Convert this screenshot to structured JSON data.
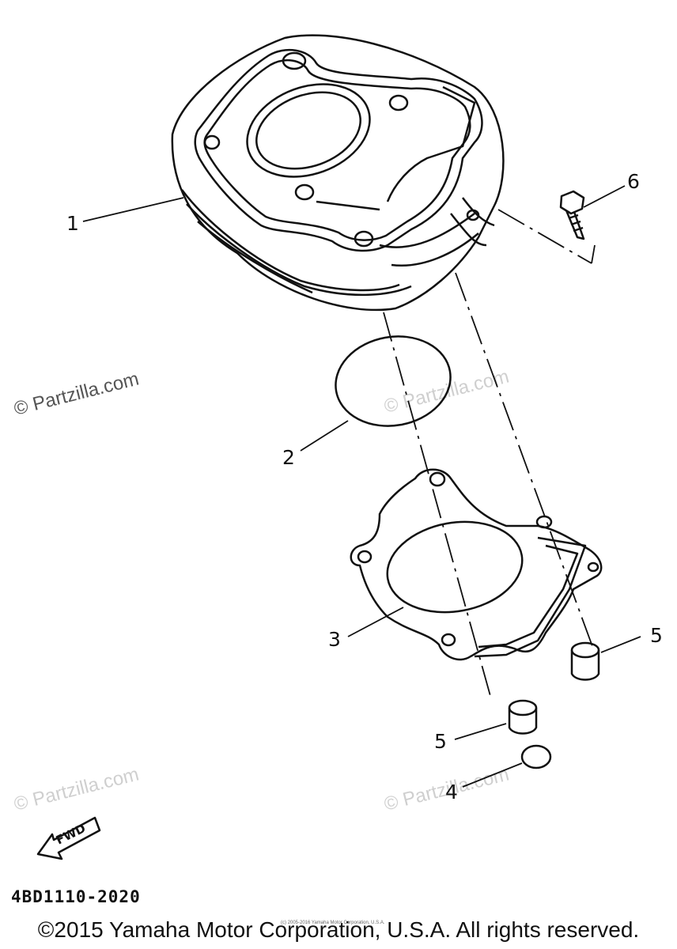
{
  "callouts": {
    "c1": "1",
    "c2": "2",
    "c3": "3",
    "c4": "4",
    "c5a": "5",
    "c5b": "5",
    "c6": "6"
  },
  "watermarks": {
    "w1": "© Partzilla.com",
    "w2": "© Partzilla.com",
    "w3": "© Partzilla.com",
    "w4": "© Partzilla.com"
  },
  "fwd_label": "FWD",
  "part_code": "4BD1110-2020",
  "copyright": "©2015 Yamaha Motor Corporation, U.S.A. All rights reserved.",
  "tiny_copyright": "(c) 2005-2016 Yamaha Motor Corporation, U.S.A."
}
